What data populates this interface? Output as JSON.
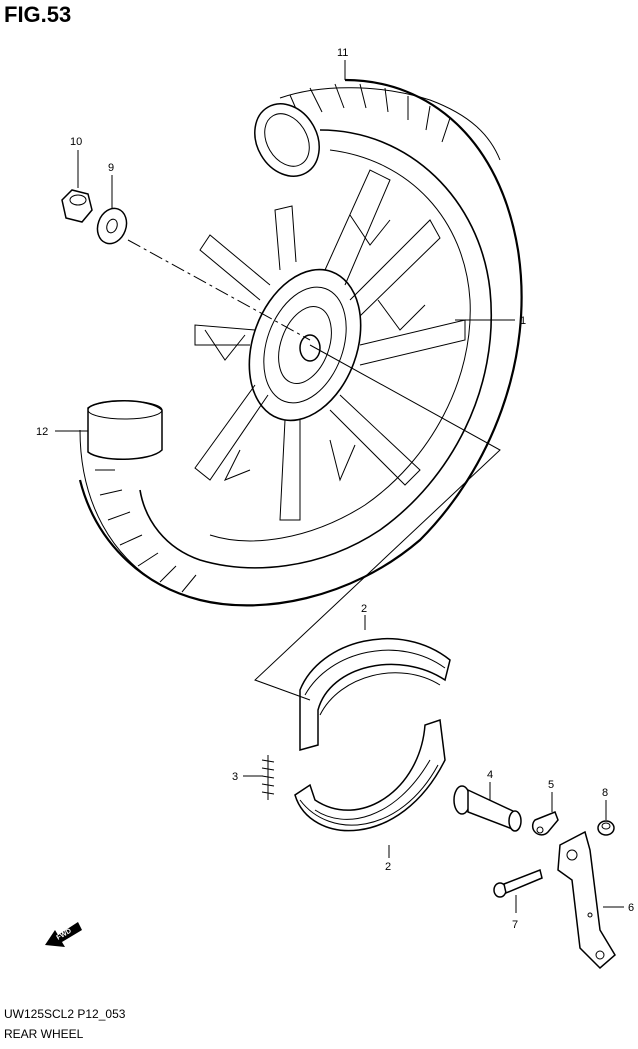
{
  "figure": {
    "title": "FIG.53",
    "code": "UW125SCL2 P12_053",
    "name": "REAR WHEEL",
    "fwd_label": "FWD"
  },
  "callouts": [
    {
      "id": "1",
      "text": "1"
    },
    {
      "id": "2a",
      "text": "2"
    },
    {
      "id": "2b",
      "text": "2"
    },
    {
      "id": "3",
      "text": "3"
    },
    {
      "id": "4",
      "text": "4"
    },
    {
      "id": "5",
      "text": "5"
    },
    {
      "id": "6",
      "text": "6"
    },
    {
      "id": "7",
      "text": "7"
    },
    {
      "id": "8",
      "text": "8"
    },
    {
      "id": "9",
      "text": "9"
    },
    {
      "id": "10",
      "text": "10"
    },
    {
      "id": "11",
      "text": "11"
    },
    {
      "id": "12",
      "text": "12"
    }
  ]
}
